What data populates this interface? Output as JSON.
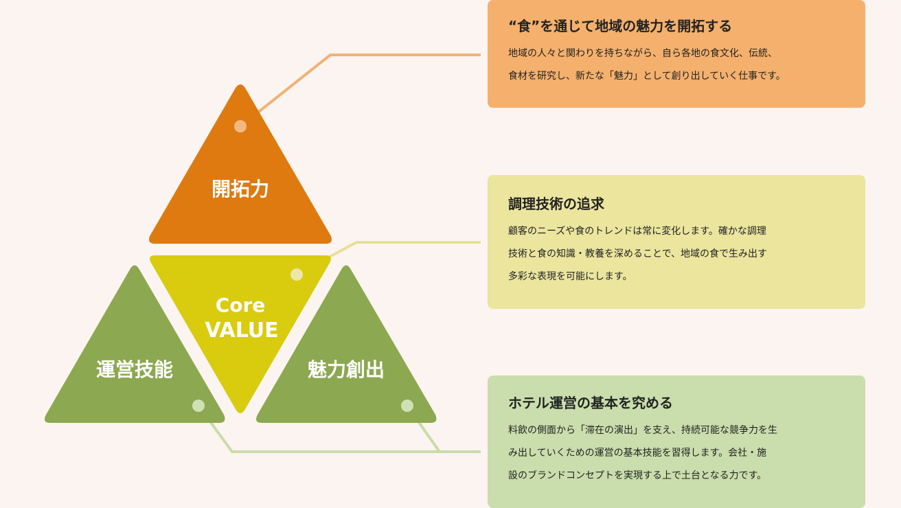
{
  "colors": {
    "background": "#fcf4f0",
    "kaitaku": "#de7a10",
    "core": "#d9cb0e",
    "green": "#8ca850",
    "card_kaitaku": "#f4b06c",
    "card_core": "#ebe59e",
    "card_green": "#c9deac",
    "line_kaitaku": "#f0b274",
    "line_core": "#e6e09a",
    "line_green": "#c8dca8",
    "dot_kaitaku": "#f4b883",
    "dot_core": "#ece7a8",
    "dot_green": "#cfe1b4"
  },
  "triangles": {
    "kaitaku": {
      "label": "開拓力"
    },
    "core": {
      "label_line1": "Core",
      "label_line2": "VALUE"
    },
    "unei": {
      "label": "運営技能"
    },
    "miryoku": {
      "label": "魅力創出"
    }
  },
  "cards": [
    {
      "title": "“食”を通じて地域の魅力を開拓する",
      "body": "地域の人々と関わりを持ちながら、自ら各地の食文化、伝統、\n食材を研究し、新たな「魅力」として創り出していく仕事です。"
    },
    {
      "title": "調理技術の追求",
      "body": "顧客のニーズや食のトレンドは常に変化します。確かな調理\n技術と食の知識・教養を深めることで、地域の食で生み出す\n多彩な表現を可能にします。"
    },
    {
      "title": "ホテル運営の基本を究める",
      "body": "料飲の側面から「滞在の演出」を支え、持続可能な競争力を生\nみ出していくための運営の基本技能を習得します。会社・施\n設のブランドコンセプトを実現する上で土台となる力です。"
    }
  ]
}
